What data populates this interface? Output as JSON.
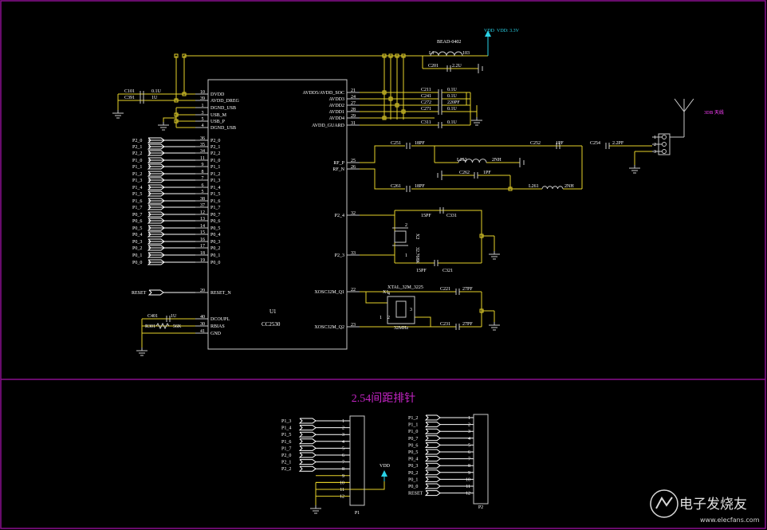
{
  "colors": {
    "background": "#000000",
    "frame": "#8a0f8f",
    "wire": "#e6d22a",
    "component": "#c8c8c8",
    "label": "#ffffff",
    "netlabel": "#ffffff",
    "power": "#2ad2e6",
    "title": "#c424c4",
    "antenna_note": "#ff40ff",
    "pin_number": "#ffffff"
  },
  "chip": {
    "ref": "U1",
    "part": "CC2530",
    "left_pins": [
      {
        "num": "10",
        "name": "DVDD"
      },
      {
        "num": "39",
        "name": "AVDD_DREG"
      },
      {
        "num": "1",
        "name": "DGND_USB"
      },
      {
        "num": "3",
        "name": "USB_M"
      },
      {
        "num": "5",
        "name": "USB_P"
      },
      {
        "num": "4",
        "name": "DGND_USB"
      },
      {
        "num": "36",
        "name": "P2_0"
      },
      {
        "num": "35",
        "name": "P2_1"
      },
      {
        "num": "34",
        "name": "P2_2"
      },
      {
        "num": "11",
        "name": "P1_0"
      },
      {
        "num": "9",
        "name": "P1_1"
      },
      {
        "num": "8",
        "name": "P1_2"
      },
      {
        "num": "7",
        "name": "P1_3"
      },
      {
        "num": "6",
        "name": "P1_4"
      },
      {
        "num": "5",
        "name": "P1_5"
      },
      {
        "num": "38",
        "name": "P1_6"
      },
      {
        "num": "37",
        "name": "P1_7"
      },
      {
        "num": "12",
        "name": "P0_7"
      },
      {
        "num": "13",
        "name": "P0_6"
      },
      {
        "num": "14",
        "name": "P0_5"
      },
      {
        "num": "15",
        "name": "P0_4"
      },
      {
        "num": "16",
        "name": "P0_3"
      },
      {
        "num": "17",
        "name": "P0_2"
      },
      {
        "num": "18",
        "name": "P0_1"
      },
      {
        "num": "19",
        "name": "P0_0"
      },
      {
        "num": "20",
        "name": "RESET_N"
      },
      {
        "num": "40",
        "name": "DCOUPL"
      },
      {
        "num": "30",
        "name": "RBIAS"
      },
      {
        "num": "41",
        "name": "GND"
      }
    ],
    "right_pins": [
      {
        "num": "21",
        "name": "AVDD5/AVDD_SOC"
      },
      {
        "num": "24",
        "name": "AVDD3"
      },
      {
        "num": "27",
        "name": "AVDD2"
      },
      {
        "num": "28",
        "name": "AVDD1"
      },
      {
        "num": "29",
        "name": "AVDD4"
      },
      {
        "num": "31",
        "name": "AVDD_GUARD"
      },
      {
        "num": "25",
        "name": "RF_P"
      },
      {
        "num": "26",
        "name": "RF_N"
      },
      {
        "num": "32",
        "name": "P2_4"
      },
      {
        "num": "33",
        "name": "P2_3"
      },
      {
        "num": "22",
        "name": "XOSC32M_Q1"
      },
      {
        "num": "23",
        "name": "XOSC32M_Q2"
      }
    ]
  },
  "left_nets": [
    "P2_0",
    "P2_1",
    "P2_2",
    "P1_0",
    "P1_1",
    "P1_2",
    "P1_3",
    "P1_4",
    "P1_5",
    "P1_6",
    "P1_7",
    "P0_7",
    "P0_6",
    "P0_5",
    "P0_4",
    "P0_3",
    "P0_2",
    "P0_1",
    "P0_0"
  ],
  "reset_net": "RESET",
  "components": {
    "c101": {
      "ref": "C101",
      "value": "0.1U"
    },
    "c391": {
      "ref": "C391",
      "value": "1U"
    },
    "c401": {
      "ref": "C401",
      "value": "1U"
    },
    "r301": {
      "ref": "R301",
      "value": "56K"
    },
    "l1": {
      "ref": "L1",
      "value": "103",
      "part": "BEAD-0402"
    },
    "c201": {
      "ref": "C201",
      "value": "2.2U"
    },
    "c211": {
      "ref": "C211",
      "value": "0.1U"
    },
    "c241": {
      "ref": "C241",
      "value": "0.1U"
    },
    "c272": {
      "ref": "C272",
      "value": "220PF"
    },
    "c271": {
      "ref": "C271",
      "value": "0.1U"
    },
    "c311": {
      "ref": "C311",
      "value": "0.1U"
    },
    "c251": {
      "ref": "C251",
      "value": "18PF"
    },
    "c261": {
      "ref": "C261",
      "value": "18PF"
    },
    "l252": {
      "ref": "L252",
      "value": "2NH"
    },
    "c262": {
      "ref": "C262",
      "value": "1PF"
    },
    "l261": {
      "ref": "L261",
      "value": "2NH"
    },
    "c252": {
      "ref": "C252",
      "value": "1PF"
    },
    "c254": {
      "ref": "C254",
      "value": "2.2PF"
    },
    "c331": {
      "ref": "C331",
      "value": "15PF"
    },
    "c321": {
      "ref": "C321",
      "value": "15PF"
    },
    "x2": {
      "ref": "X2",
      "value": "32.768K",
      "pin1": "1",
      "pin2": "2"
    },
    "c221": {
      "ref": "C221",
      "value": "27PF"
    },
    "c231": {
      "ref": "C231",
      "value": "27PF"
    },
    "x1": {
      "ref": "X1",
      "part": "XTAL_32M_3225",
      "value": "32MHz",
      "pins": [
        "1",
        "2",
        "3",
        "4"
      ]
    }
  },
  "power": {
    "vdd": "VDD",
    "vdd_note": "VDD: 3.3V"
  },
  "antenna": {
    "label": "3DB 天线",
    "pins": [
      "1",
      "2",
      "3"
    ]
  },
  "section_title": "2.54间距排针",
  "header_p1": {
    "ref": "P1",
    "nets": [
      "P1_3",
      "P1_4",
      "P1_5",
      "P1_6",
      "P1_7",
      "P2_0",
      "P2_1",
      "P2_2"
    ],
    "pins": [
      "1",
      "2",
      "3",
      "4",
      "5",
      "6",
      "7",
      "8",
      "9",
      "10",
      "11",
      "12"
    ],
    "vdd": "VDD"
  },
  "header_p2": {
    "ref": "P2",
    "nets": [
      "P1_2",
      "P1_1",
      "P1_0",
      "P0_7",
      "P0_6",
      "P0_5",
      "P0_4",
      "P0_3",
      "P0_2",
      "P0_1",
      "P0_0",
      "RESET"
    ],
    "pins": [
      "1",
      "2",
      "3",
      "4",
      "5",
      "6",
      "7",
      "8",
      "9",
      "10",
      "11",
      "12"
    ]
  },
  "watermark": {
    "text": "电子发烧友",
    "url": "www.elecfans.com"
  }
}
